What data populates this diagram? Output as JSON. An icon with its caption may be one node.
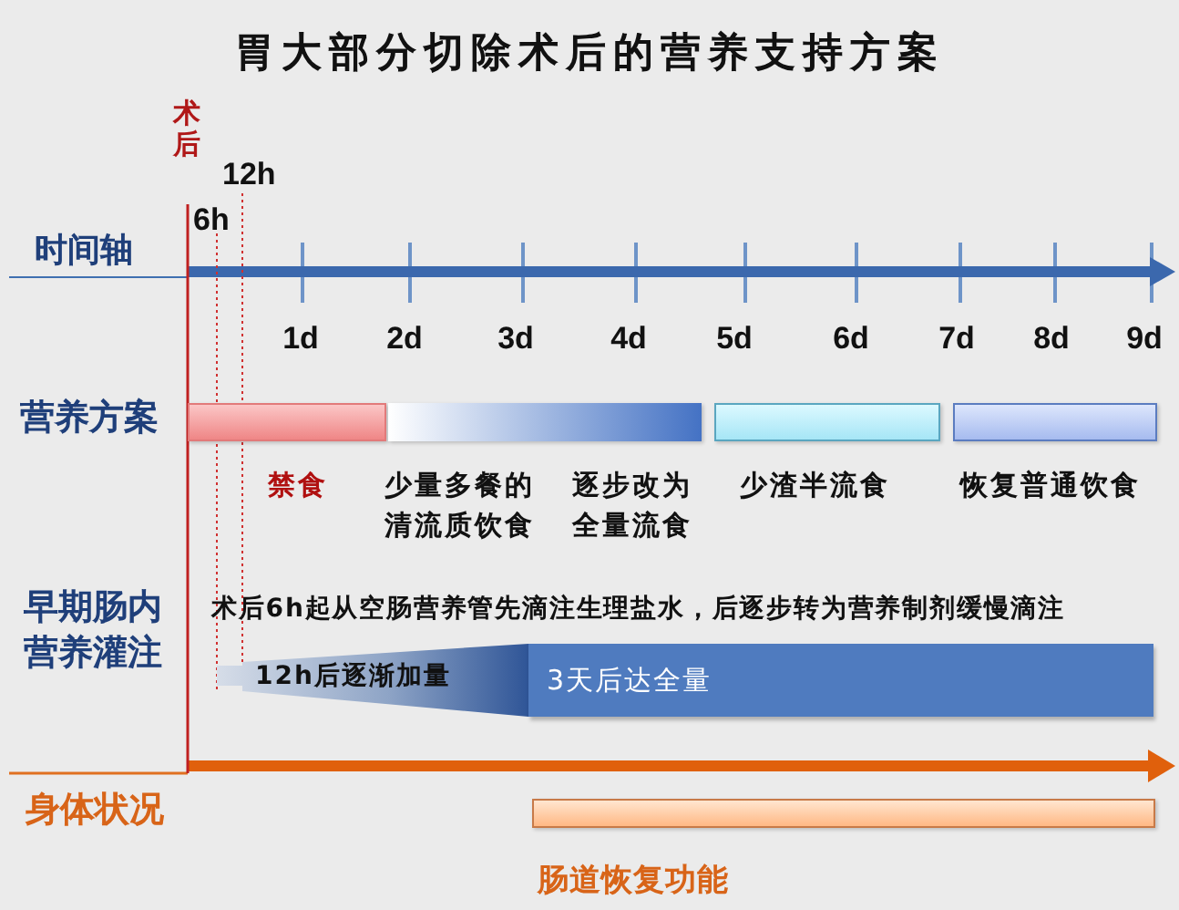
{
  "diagram": {
    "title": "胃大部分切除术后的营养支持方案",
    "nodes": [
      {
        "text": [],
        "shape": "bar",
        "beside": [
          "禁食"
        ]
      },
      {
        "text": [],
        "shape": "bar",
        "beside": [
          "少量多餐的清流质饮食",
          "逐步改为全量流食"
        ]
      },
      {
        "text": [],
        "shape": "bar",
        "beside": [
          "少渣半流食"
        ]
      },
      {
        "text": [],
        "shape": "bar",
        "beside": [
          "恢复普通饮食"
        ]
      },
      {
        "text": [
          "12h后逐渐加量"
        ]
      },
      {
        "text": [
          "3天后达全量"
        ]
      },
      {
        "text": [],
        "shape": "bar",
        "beside": [
          "肠道恢复功能"
        ]
      }
    ],
    "labels": [
      "术后",
      "12h",
      "6h",
      "时间轴",
      "1d",
      "2d",
      "3d",
      "4d",
      "5d",
      "6d",
      "7d",
      "8d",
      "9d",
      "营养方案",
      "早期肠内营养灌注",
      "术后6h起从空肠营养管先滴注生理盐水，后逐步转为营养制剂缓慢滴注",
      "身体状况"
    ]
  }
}
